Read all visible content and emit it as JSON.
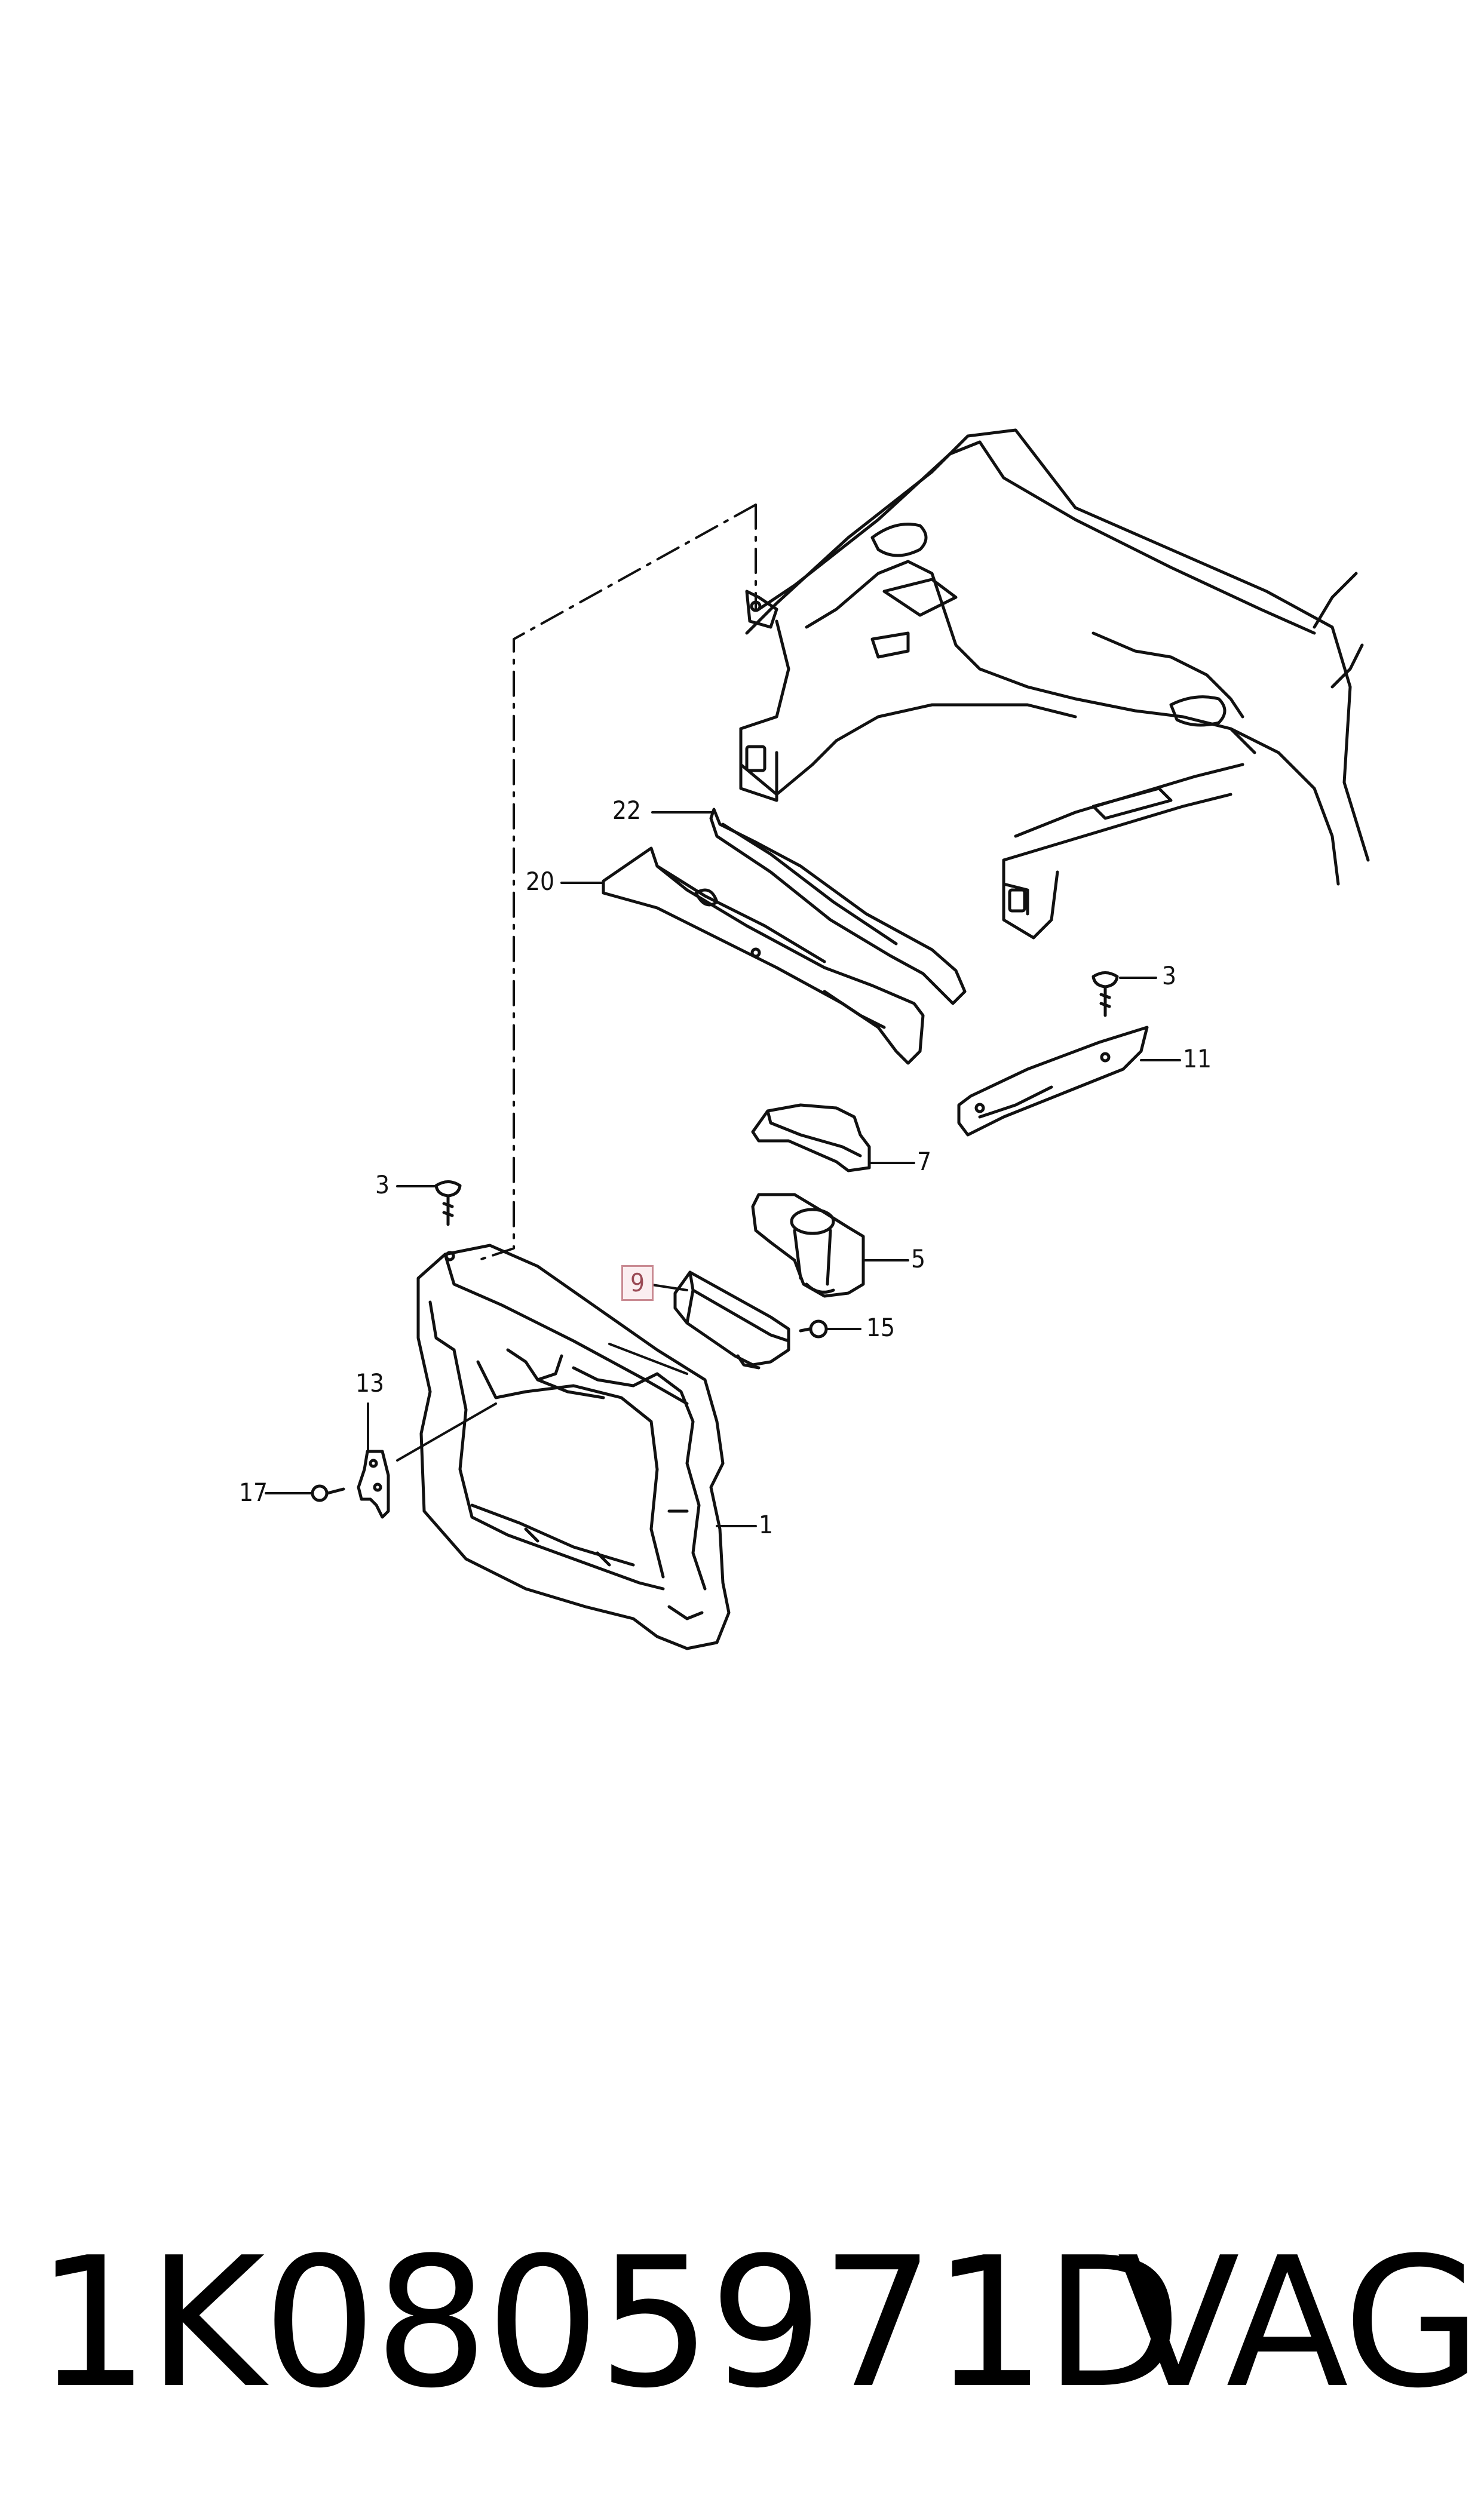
{
  "callouts": {
    "c22": "22",
    "c20": "20",
    "c3a": "3",
    "c11": "11",
    "c7": "7",
    "c5": "5",
    "c3b": "3",
    "c9": "9",
    "c15": "15",
    "c13": "13",
    "c17": "17",
    "c1": "1"
  },
  "footer": {
    "part_number": "1K0805971D",
    "brand": "VAG"
  },
  "colors": {
    "line": "#111111",
    "highlight": "#c98a92"
  }
}
